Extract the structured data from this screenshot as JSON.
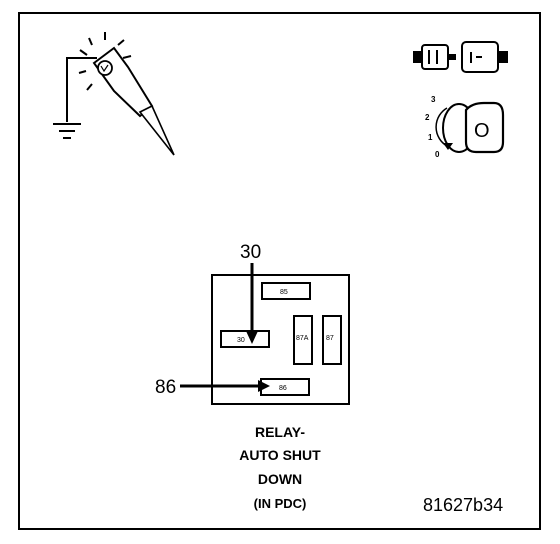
{
  "relay": {
    "pins": {
      "top": "85",
      "left": "30",
      "center_left": "87A",
      "center_right": "87",
      "bottom": "86"
    },
    "callouts": {
      "top": "30",
      "left": "86"
    },
    "caption": {
      "line1": "RELAY-",
      "line2": "AUTO SHUT",
      "line3": "DOWN",
      "line4": "(IN PDC)"
    }
  },
  "ignition_switch": {
    "positions": [
      "3",
      "2",
      "1",
      "0"
    ],
    "key_label": "O"
  },
  "figure_id": "81627b34",
  "icons": {
    "test_light": "test-light-probe-icon",
    "ground": "ground-symbol-icon",
    "connector": "connector-disconnect-icon",
    "ignition": "ignition-key-icon"
  }
}
